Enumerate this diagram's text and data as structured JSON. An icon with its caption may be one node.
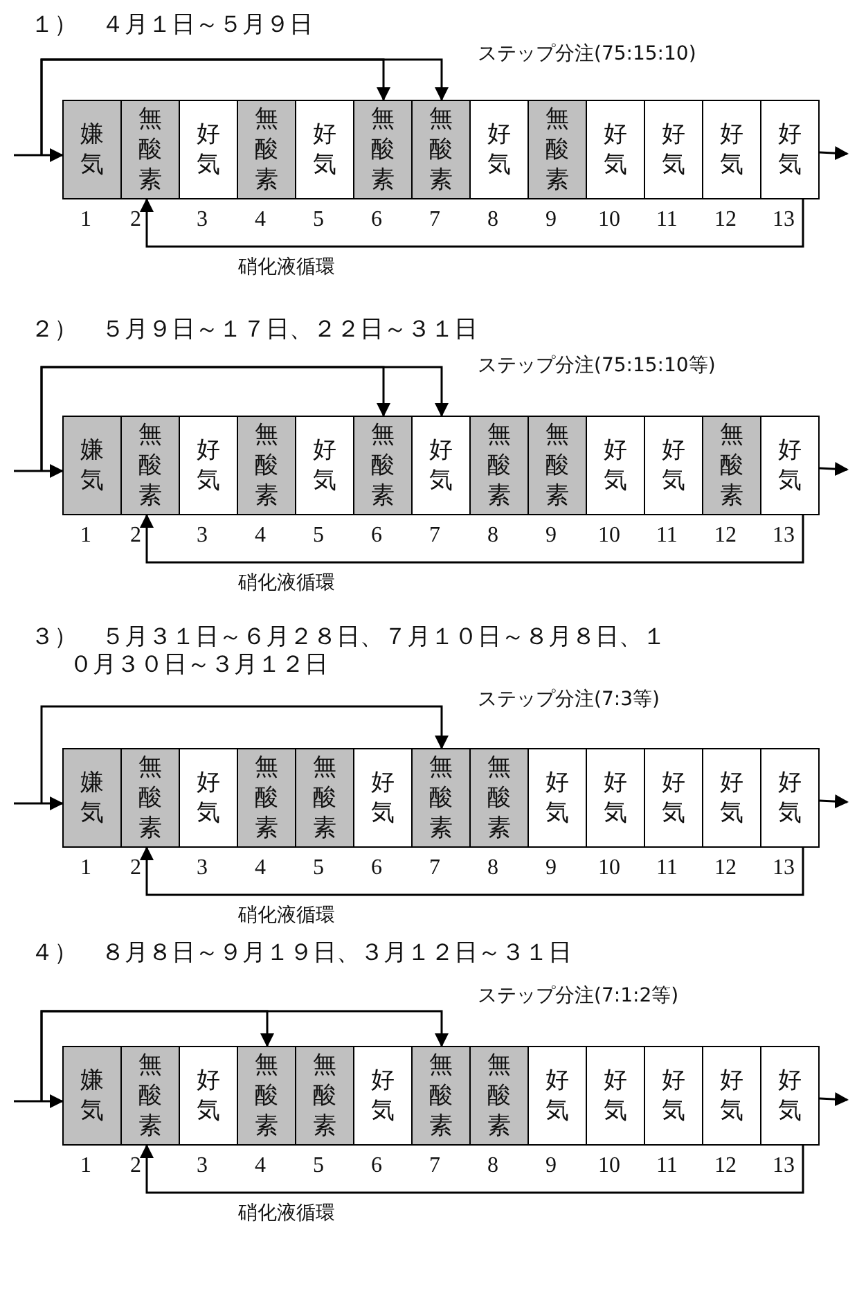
{
  "diagram": {
    "nodes": [
      {
        "text": [
          "嫌気"
        ],
        "beside": [
          "1"
        ]
      },
      {
        "text": [
          "無酸素"
        ],
        "beside": [
          "2"
        ]
      },
      {
        "text": [
          "好気"
        ],
        "beside": [
          "3"
        ]
      },
      {
        "text": [
          "無酸素"
        ],
        "beside": [
          "4"
        ]
      },
      {
        "text": [
          "好気"
        ],
        "beside": [
          "5"
        ]
      },
      {
        "text": [
          "無酸素"
        ],
        "beside": [
          "6"
        ]
      },
      {
        "text": [
          "無酸素"
        ],
        "beside": [
          "7"
        ]
      },
      {
        "text": [
          "好気"
        ],
        "beside": [
          "8"
        ]
      },
      {
        "text": [
          "無酸素"
        ],
        "beside": [
          "9"
        ]
      },
      {
        "text": [
          "好気"
        ],
        "beside": [
          "10"
        ]
      },
      {
        "text": [
          "好気"
        ],
        "beside": [
          "11"
        ]
      },
      {
        "text": [
          "好気"
        ],
        "beside": [
          "12"
        ]
      },
      {
        "text": [
          "好気"
        ],
        "beside": [
          "13"
        ]
      },
      {
        "text": [
          "嫌気"
        ],
        "beside": [
          "1"
        ]
      },
      {
        "text": [
          "無酸素"
        ],
        "beside": [
          "2"
        ]
      },
      {
        "text": [
          "好気"
        ],
        "beside": [
          "3"
        ]
      },
      {
        "text": [
          "無酸素"
        ],
        "beside": [
          "4"
        ]
      },
      {
        "text": [
          "好気"
        ],
        "beside": [
          "5"
        ]
      },
      {
        "text": [
          "無酸素"
        ],
        "beside": [
          "6"
        ]
      },
      {
        "text": [
          "好気"
        ],
        "beside": [
          "7"
        ]
      },
      {
        "text": [
          "無酸素"
        ],
        "beside": [
          "8"
        ]
      },
      {
        "text": [
          "無酸素"
        ],
        "beside": [
          "9"
        ]
      },
      {
        "text": [
          "好気"
        ],
        "beside": [
          "10"
        ]
      },
      {
        "text": [
          "好気"
        ],
        "beside": [
          "11"
        ]
      },
      {
        "text": [
          "無酸素"
        ],
        "beside": [
          "12"
        ]
      },
      {
        "text": [
          "好気"
        ],
        "beside": [
          "13"
        ]
      },
      {
        "text": [
          "嫌気"
        ],
        "beside": [
          "1"
        ]
      },
      {
        "text": [
          "無酸素"
        ],
        "beside": [
          "2"
        ]
      },
      {
        "text": [
          "好気"
        ],
        "beside": [
          "3"
        ]
      },
      {
        "text": [
          "無酸素"
        ],
        "beside": [
          "4"
        ]
      },
      {
        "text": [
          "無酸素"
        ],
        "beside": [
          "5"
        ]
      },
      {
        "text": [
          "好気"
        ],
        "beside": [
          "6"
        ]
      },
      {
        "text": [
          "無酸素"
        ],
        "beside": [
          "7"
        ]
      },
      {
        "text": [
          "無酸素"
        ],
        "beside": [
          "8"
        ]
      },
      {
        "text": [
          "好気"
        ],
        "beside": [
          "9"
        ]
      },
      {
        "text": [
          "好気"
        ],
        "beside": [
          "10"
        ]
      },
      {
        "text": [
          "好気"
        ],
        "beside": [
          "11"
        ]
      },
      {
        "text": [
          "好気"
        ],
        "beside": [
          "12"
        ]
      },
      {
        "text": [
          "好気"
        ],
        "beside": [
          "13"
        ]
      },
      {
        "text": [
          "嫌気"
        ],
        "beside": [
          "1"
        ]
      },
      {
        "text": [
          "無酸素"
        ],
        "beside": [
          "2"
        ]
      },
      {
        "text": [
          "好気"
        ],
        "beside": [
          "3"
        ]
      },
      {
        "text": [
          "無酸素"
        ],
        "beside": [
          "4"
        ]
      },
      {
        "text": [
          "無酸素"
        ],
        "beside": [
          "5"
        ]
      },
      {
        "text": [
          "好気"
        ],
        "beside": [
          "6"
        ]
      },
      {
        "text": [
          "無酸素"
        ],
        "beside": [
          "7"
        ]
      },
      {
        "text": [
          "無酸素"
        ],
        "beside": [
          "8"
        ]
      },
      {
        "text": [
          "好気"
        ],
        "beside": [
          "9"
        ]
      },
      {
        "text": [
          "好気"
        ],
        "beside": [
          "10"
        ]
      },
      {
        "text": [
          "好気"
        ],
        "beside": [
          "11"
        ]
      },
      {
        "text": [
          "好気"
        ],
        "beside": [
          "12"
        ]
      },
      {
        "text": [
          "好気"
        ],
        "beside": [
          "13"
        ]
      }
    ],
    "edges": [
      {
        "from": null,
        "to": 0,
        "arrow": "to"
      },
      {
        "from": null,
        "to": 5,
        "arrow": "to"
      },
      {
        "from": null,
        "to": 6,
        "arrow": "to"
      },
      {
        "from": 12,
        "to": null,
        "arrow": "to"
      },
      {
        "from": 12,
        "to": 1,
        "arrow": "to",
        "label": "硝化液循環"
      },
      {
        "from": null,
        "to": 13,
        "arrow": "to"
      },
      {
        "from": null,
        "to": 18,
        "arrow": "to"
      },
      {
        "from": null,
        "to": 19,
        "arrow": "to"
      },
      {
        "from": 25,
        "to": null,
        "arrow": "to"
      },
      {
        "from": 25,
        "to": 14,
        "arrow": "to",
        "label": "硝化液循環"
      },
      {
        "from": null,
        "to": 26,
        "arrow": "to"
      },
      {
        "from": null,
        "to": 32,
        "arrow": "to"
      },
      {
        "from": 38,
        "to": null,
        "arrow": "to"
      },
      {
        "from": 38,
        "to": 27,
        "arrow": "to",
        "label": "硝化液循環"
      },
      {
        "from": null,
        "to": 39,
        "arrow": "to"
      },
      {
        "from": null,
        "to": 42,
        "arrow": "to"
      },
      {
        "from": null,
        "to": 45,
        "arrow": "to"
      },
      {
        "from": 51,
        "to": null,
        "arrow": "to"
      },
      {
        "from": 51,
        "to": 40,
        "arrow": "to",
        "label": "硝化液循環"
      }
    ],
    "labels": [
      "１）　４月１日～５月９日",
      "ステップ分注(75:15:10)",
      "２）　５月９日～１７日、２２日～３１日",
      "ステップ分注(75:15:10等)",
      "３）　５月３１日～６月２８日、７月１０日～８月８日、１０月３０日～３月１２日",
      "ステップ分注(7:3等)",
      "４）　８月８日～９月１９日、３月１２日～３１日",
      "ステップ分注(7:1:2等)"
    ]
  }
}
